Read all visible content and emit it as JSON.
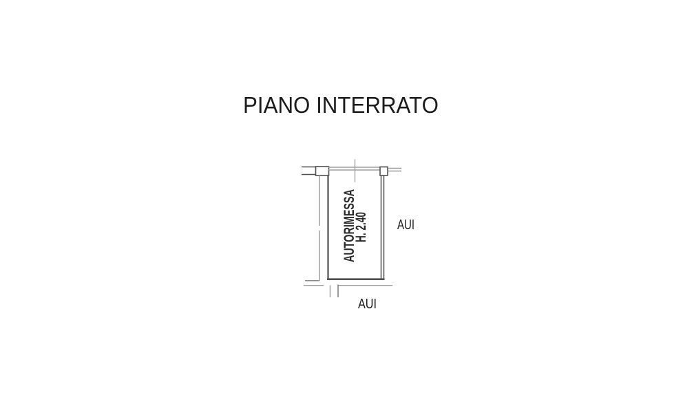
{
  "title": {
    "text": "PIANO INTERRATO"
  },
  "colors": {
    "background": "#ffffff",
    "text": "#1b1b1b",
    "text_room": "#2a2a2a",
    "wall_dark": "#4f4f4f",
    "wall_mid": "#7a7a7a",
    "wall_gray": "#9d9d9d"
  },
  "plan": {
    "room": {
      "name": "AUTORIMESSA",
      "height_label": "H. 2.40"
    },
    "annotations": {
      "right": "AUI",
      "bottom": "AUI"
    }
  }
}
